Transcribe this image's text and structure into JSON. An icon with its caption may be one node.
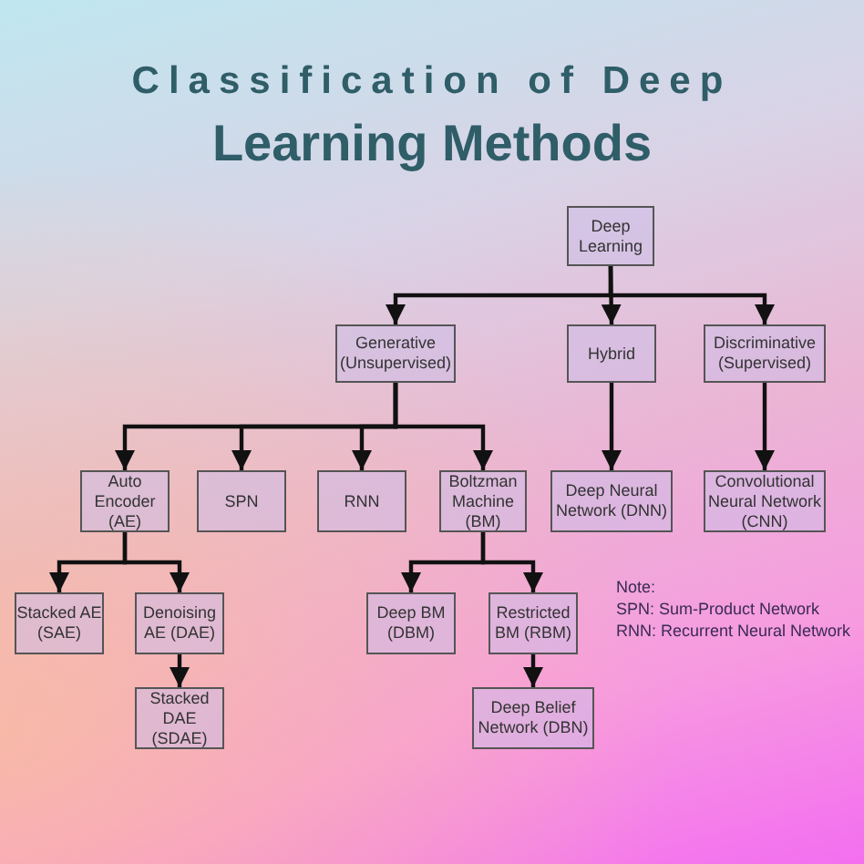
{
  "diagram": {
    "title": "Classification of Deep Learning Methods",
    "nodes": [
      {
        "text": [
          "Deep Learning"
        ]
      },
      {
        "text": [
          "Generative (Unsupervised)"
        ]
      },
      {
        "text": [
          "Hybrid"
        ]
      },
      {
        "text": [
          "Discriminative (Supervised)"
        ]
      },
      {
        "text": [
          "Auto Encoder (AE)"
        ]
      },
      {
        "text": [
          "SPN"
        ]
      },
      {
        "text": [
          "RNN"
        ]
      },
      {
        "text": [
          "Boltzman Machine (BM)"
        ]
      },
      {
        "text": [
          "Deep Neural Network (DNN)"
        ]
      },
      {
        "text": [
          "Convolutional Neural Network (CNN)"
        ]
      },
      {
        "text": [
          "Stacked AE (SAE)"
        ]
      },
      {
        "text": [
          "Denoising AE (DAE)"
        ]
      },
      {
        "text": [
          "Deep BM (DBM)"
        ]
      },
      {
        "text": [
          "Restricted BM (RBM)"
        ]
      },
      {
        "text": [
          "Stacked DAE (SDAE)"
        ]
      },
      {
        "text": [
          "Deep Belief Network (DBN)"
        ]
      }
    ],
    "edges": [
      {
        "from": 0,
        "to": 1,
        "arrow": "to"
      },
      {
        "from": 0,
        "to": 2,
        "arrow": "to"
      },
      {
        "from": 0,
        "to": 3,
        "arrow": "to"
      },
      {
        "from": 1,
        "to": 4,
        "arrow": "to"
      },
      {
        "from": 1,
        "to": 5,
        "arrow": "to"
      },
      {
        "from": 1,
        "to": 6,
        "arrow": "to"
      },
      {
        "from": 1,
        "to": 7,
        "arrow": "to"
      },
      {
        "from": 2,
        "to": 8,
        "arrow": "to"
      },
      {
        "from": 3,
        "to": 9,
        "arrow": "to"
      },
      {
        "from": 4,
        "to": 10,
        "arrow": "to"
      },
      {
        "from": 4,
        "to": 11,
        "arrow": "to"
      },
      {
        "from": 7,
        "to": 12,
        "arrow": "to"
      },
      {
        "from": 7,
        "to": 13,
        "arrow": "to"
      },
      {
        "from": 11,
        "to": 14,
        "arrow": "to"
      },
      {
        "from": 13,
        "to": 15,
        "arrow": "to"
      }
    ],
    "labels": [
      "Note:",
      "SPN: Sum-Product Network",
      "RNN: Recurrent Neural Network"
    ]
  }
}
